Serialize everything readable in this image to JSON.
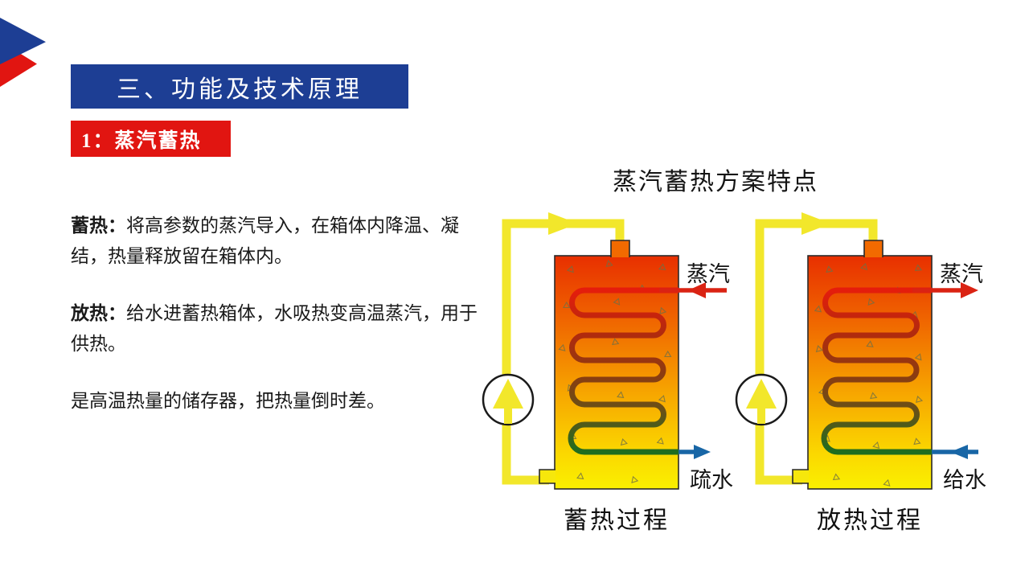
{
  "slide": {
    "section_banner": "三、功能及技术原理",
    "topic_badge": "1：蒸汽蓄热",
    "body": {
      "paragraphs": [
        {
          "lead": "蓄热：",
          "text": "将高参数的蒸汽导入，在箱体内降温、凝结，热量释放留在箱体内。"
        },
        {
          "lead": "放热：",
          "text": "给水进蓄热箱体，水吸热变高温蒸汽，用于供热。"
        },
        {
          "lead": "",
          "text": "是高温热量的储存器，把热量倒时差。"
        }
      ]
    },
    "figure": {
      "title": "蒸汽蓄热方案特点",
      "diagrams": [
        {
          "caption": "蓄热过程",
          "steam_label": "蒸汽",
          "steam_flow": "in",
          "water_label": "疏水",
          "water_flow": "out"
        },
        {
          "caption": "放热过程",
          "steam_label": "蒸汽",
          "steam_flow": "out",
          "water_label": "给水",
          "water_flow": "in"
        }
      ]
    },
    "colors": {
      "navy": "#1d3e94",
      "accent_red": "#e11511",
      "pipe_yellow": "#f2e72b",
      "steam_red": "#da2313",
      "water_blue": "#1866a6",
      "coil_hot": "#e51d0c",
      "coil_cold": "#1f6d1f",
      "tank_top": "#e82f00",
      "tank_bottom": "#faf000"
    }
  }
}
